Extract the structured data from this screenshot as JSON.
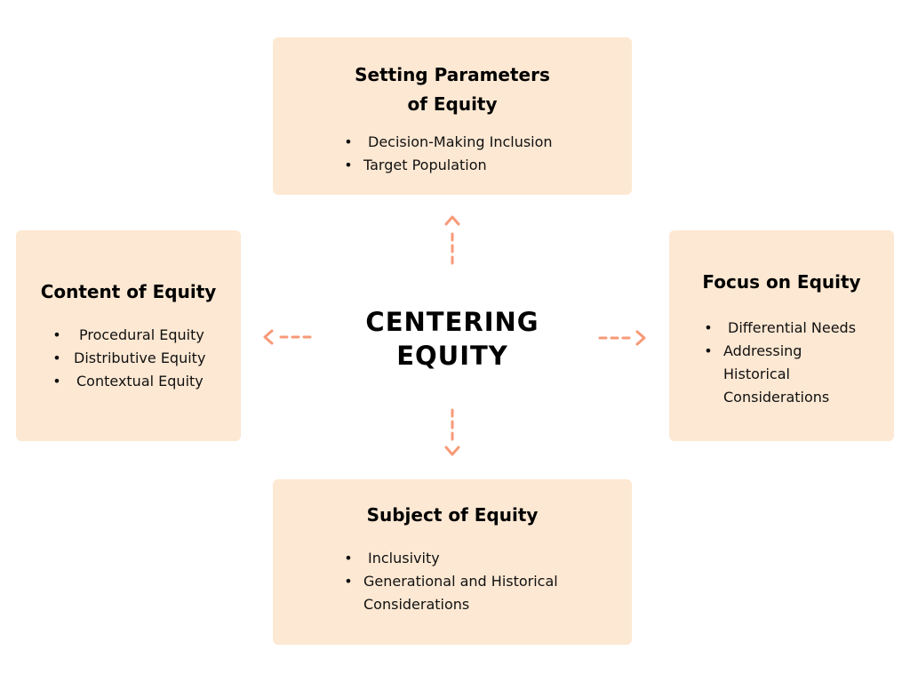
{
  "center": {
    "title": "CENTERING\nEQUITY"
  },
  "colors": {
    "box_fill": "#fde8d3",
    "arrow": "#f79a78",
    "text": "#111111"
  },
  "boxes": {
    "top": {
      "title": "Setting Parameters\nof Equity",
      "items": [
        "Decision-Making Inclusion",
        "Target Population"
      ]
    },
    "left": {
      "title": "Content of Equity",
      "items": [
        "Procedural Equity",
        "Distributive Equity",
        "Contextual Equity"
      ]
    },
    "right": {
      "title": "Focus on Equity",
      "items": [
        "Differential Needs",
        "Addressing\nHistorical\nConsiderations"
      ]
    },
    "bottom": {
      "title": "Subject of Equity",
      "items": [
        "Inclusivity",
        "Generational and Historical\nConsiderations"
      ]
    }
  },
  "bullet_glyph": "•"
}
